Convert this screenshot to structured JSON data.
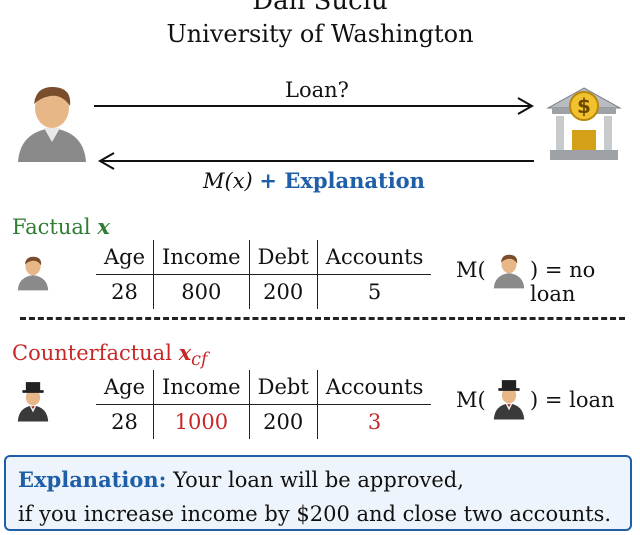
{
  "header": {
    "author": "Dan Suciu",
    "affiliation": "University of Washington"
  },
  "flow": {
    "request_label": "Loan?",
    "response_label": "M(x)",
    "response_suffix": "+ Explanation"
  },
  "factual": {
    "title": "Factual",
    "symbol": "x",
    "columns": [
      "Age",
      "Income",
      "Debt",
      "Accounts"
    ],
    "values": [
      "28",
      "800",
      "200",
      "5"
    ],
    "model_prefix": "M(",
    "model_result": ") = no loan"
  },
  "counterfactual": {
    "title": "Counterfactual",
    "symbol": "x",
    "symbol_sub": "cf",
    "columns": [
      "Age",
      "Income",
      "Debt",
      "Accounts"
    ],
    "values": [
      "28",
      "1000",
      "200",
      "3"
    ],
    "model_prefix": "M(",
    "model_result": ") = loan"
  },
  "explanation": {
    "label": "Explanation:",
    "line1": "Your loan will be approved,",
    "line2": "if you increase income by $200 and close two accounts."
  },
  "colors": {
    "accent_blue": "#1f5fa8",
    "factual_green": "#2e7d32",
    "cf_red": "#c62828"
  },
  "icons": [
    "person-icon",
    "bank-icon",
    "businessman-icon"
  ]
}
